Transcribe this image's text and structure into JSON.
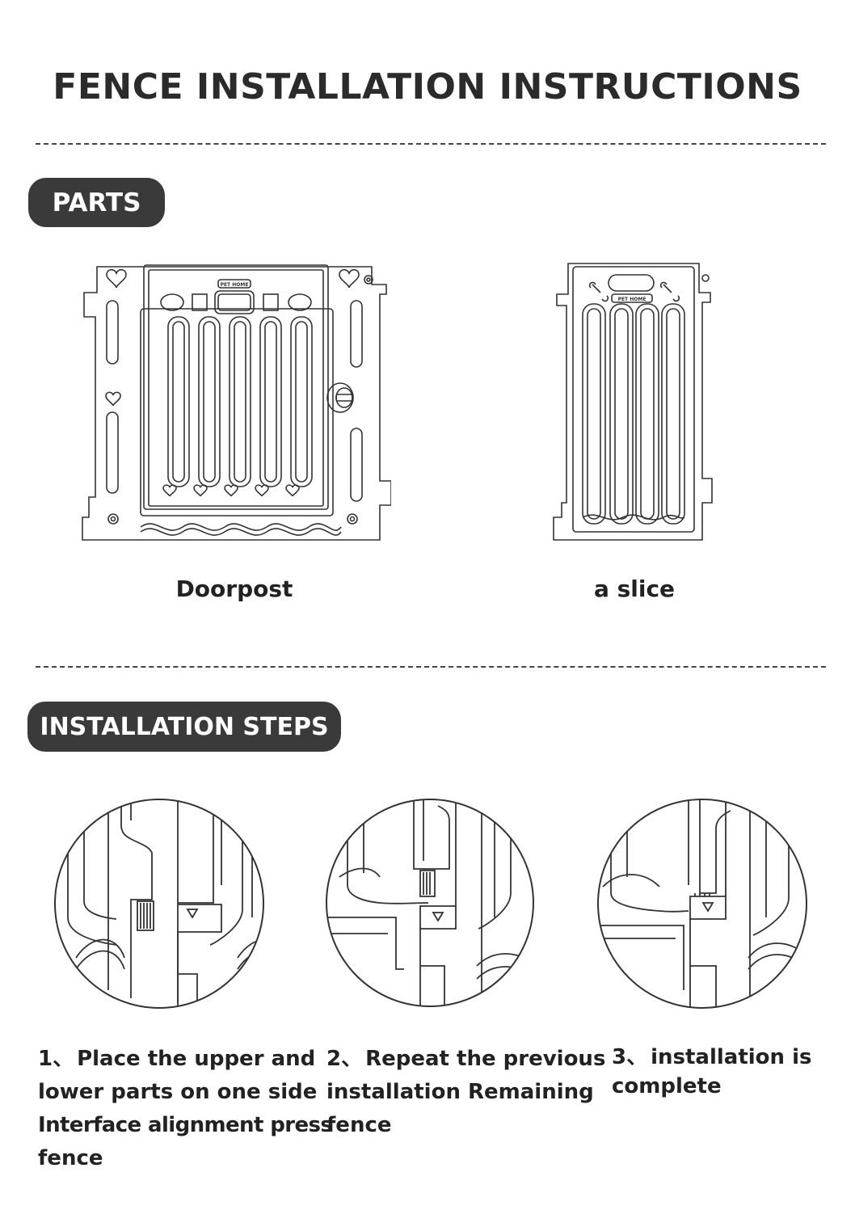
{
  "page_title": "FENCE INSTALLATION INSTRUCTIONS",
  "parts_section": {
    "heading": "PARTS",
    "items": [
      {
        "label": "Doorpost",
        "badge": "PET HOME"
      },
      {
        "label": "a slice",
        "badge": "PET HOME"
      }
    ]
  },
  "steps_section": {
    "heading": "INSTALLATION STEPS",
    "steps": [
      {
        "number": "1、",
        "lines": [
          "Place the upper and",
          "lower parts on one side",
          "Interface alignment press",
          "fence"
        ]
      },
      {
        "number": "2、",
        "lines": [
          "Repeat the previous",
          "installation Remaining",
          "fence"
        ]
      },
      {
        "number": "3、",
        "lines": [
          "installation is",
          "complete"
        ]
      }
    ]
  },
  "colors": {
    "ink": "#2b2b2b",
    "pill_bg": "#3a3a3a",
    "pill_text": "#ffffff",
    "line": "#333333"
  }
}
